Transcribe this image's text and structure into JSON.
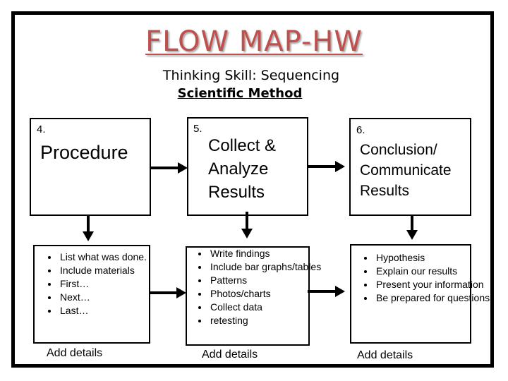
{
  "title": "FLOW MAP-HW",
  "subtitle": "Thinking Skill:  Sequencing",
  "topic": "Scientific Method",
  "steps": [
    {
      "number": "4.",
      "label": "Procedure",
      "details": [
        "List what was done.",
        "Include materials",
        "First…",
        "Next…",
        "Last…"
      ],
      "add_details": "Add details"
    },
    {
      "number": "5.",
      "label": "Collect & Analyze Results",
      "details": [
        "Write findings",
        "Include bar graphs/tables",
        "Patterns",
        "Photos/charts",
        "Collect data",
        "retesting"
      ],
      "add_details": "Add details"
    },
    {
      "number": "6.",
      "label": "Conclusion/ Communicate Results",
      "details": [
        "Hypothesis",
        "Explain our results",
        "Present your information",
        "Be prepared for questions"
      ],
      "add_details": "Add details"
    }
  ]
}
